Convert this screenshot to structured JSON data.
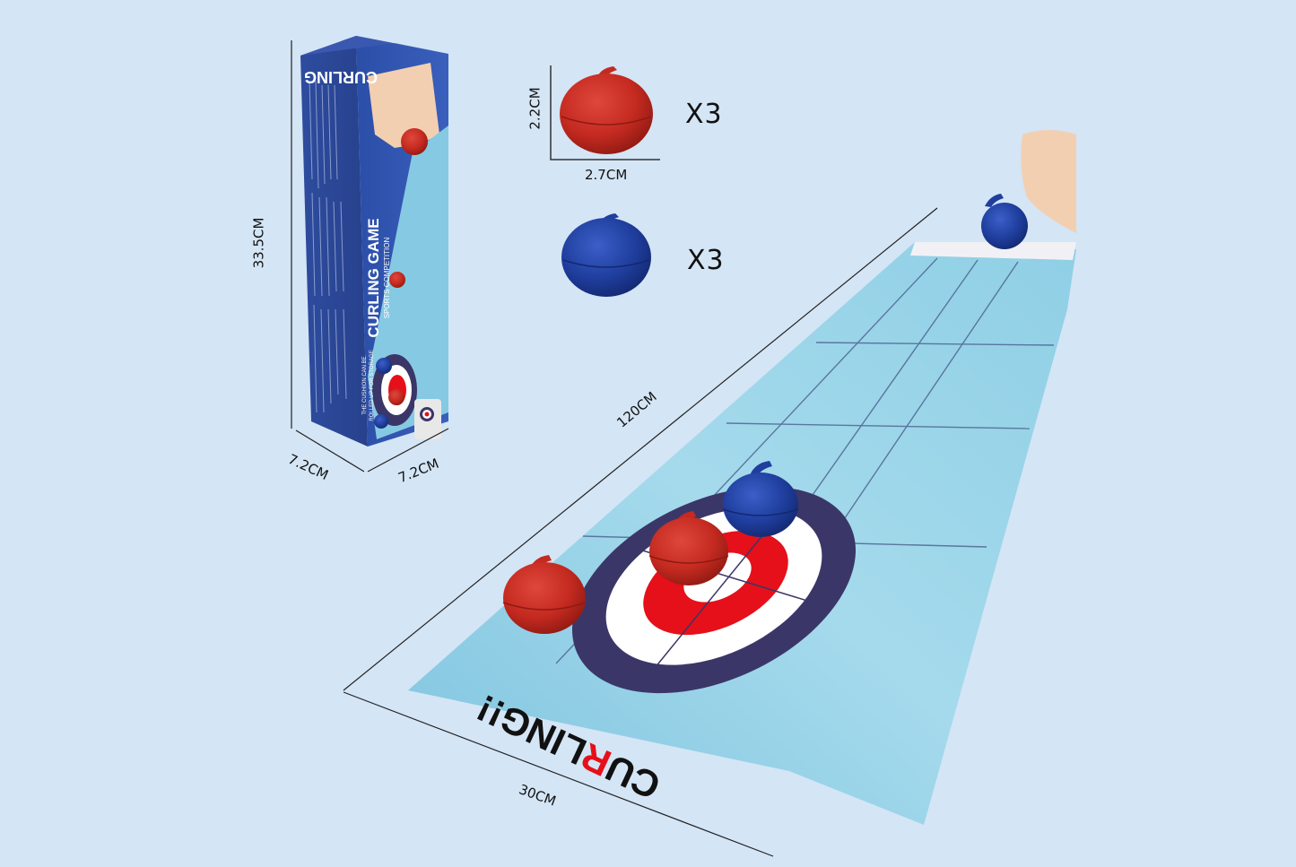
{
  "product": {
    "name": "Curling Game",
    "box": {
      "title": "CURLING GAME",
      "subtitle": "SPORTS COMPETITION",
      "storage_note_line1": "THE CUSHION CAN BE",
      "storage_note_line2": "ROLLED UP FOR STORAGE",
      "logo_text": "CURLING",
      "height_label": "33.5CM",
      "width_label_left": "7.2CM",
      "width_label_right": "7.2CM"
    },
    "stones": {
      "height_label": "2.2CM",
      "width_label": "2.7CM",
      "red": {
        "color": "#c8261e",
        "quantity_label": "X3"
      },
      "blue": {
        "color": "#1f3e9e",
        "quantity_label": "X3"
      }
    },
    "mat": {
      "length_label": "120CM",
      "width_label": "30CM",
      "logo_text_prefix": "CU",
      "logo_text_highlight": "R",
      "logo_text_suffix": "LING!!",
      "colors": {
        "ice": "#8fd0e6",
        "outer_ring": "#3b3668",
        "middle_ring": "#ffffff",
        "inner_ring": "#e5101a",
        "button": "#ffffff"
      }
    }
  },
  "background_color": "#d4e5f5"
}
